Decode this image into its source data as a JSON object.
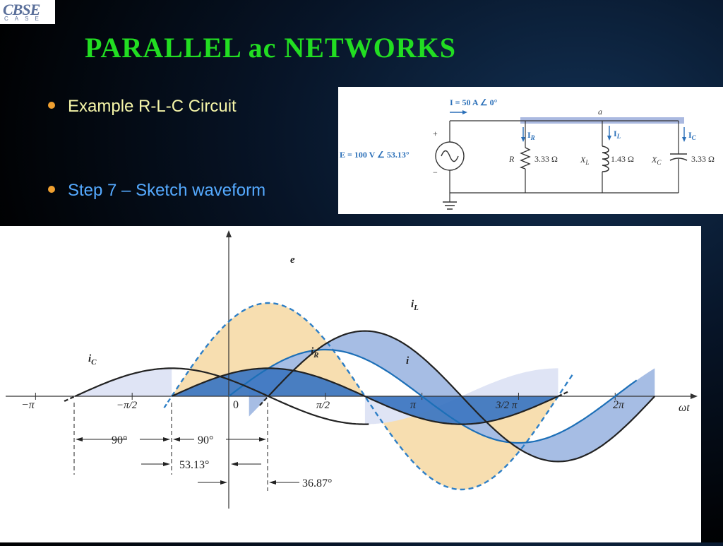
{
  "logo": {
    "text": "CBSE",
    "subtext": "CASE"
  },
  "slide": {
    "title": "PARALLEL ac NETWORKS",
    "bullets": [
      "Example R-L-C Circuit",
      "Step 7 – Sketch waveform"
    ]
  },
  "circuit": {
    "current_label": "I  =  50 A ∠ 0°",
    "source_label": "E  =  100 V ∠ 53.13°",
    "plus": "+",
    "minus": "−",
    "node": "a",
    "ir": "I",
    "ir_sub": "R",
    "il": "I",
    "il_sub": "L",
    "ic": "I",
    "ic_sub": "C",
    "r_label": "R",
    "r_value": "3.33 Ω",
    "xl_label": "X",
    "xl_sub": "L",
    "xl_value": "1.43 Ω",
    "xc_label": "X",
    "xc_sub": "C",
    "xc_value": "3.33 Ω"
  },
  "waveform": {
    "axis": {
      "x_label": "ωt",
      "ticks": [
        "−π",
        "−π/2",
        "0",
        "π/2",
        "π",
        "3/2 π",
        "2π"
      ]
    },
    "curve_labels": {
      "e": "e",
      "iL": "i",
      "iL_sub": "L",
      "i": "i",
      "iR": "i",
      "iR_sub": "R",
      "iC": "i",
      "iC_sub": "C"
    },
    "angle_labels": [
      "90°",
      "90°",
      "53.13°",
      "36.87°"
    ],
    "colors": {
      "e": "#2e7fc6",
      "i": "#1c6fb7",
      "iL": "#222222",
      "iR": "#222222",
      "iC": "#222222",
      "fill_e": "#f7deb0",
      "fill_iL": "#a6bde4",
      "fill_iR": "#3f78c2",
      "fill_iC": "#dfe4f5"
    },
    "curves": {
      "e": {
        "amplitude": 100,
        "phase_deg": 53.13
      },
      "i": {
        "amplitude": 50,
        "phase_deg": 0
      },
      "iL": {
        "amplitude": 70,
        "phase_deg": -36.87
      },
      "iR": {
        "amplitude": 30,
        "phase_deg": 53.13
      },
      "iC": {
        "amplitude": 30,
        "phase_deg": 143.13
      }
    }
  }
}
